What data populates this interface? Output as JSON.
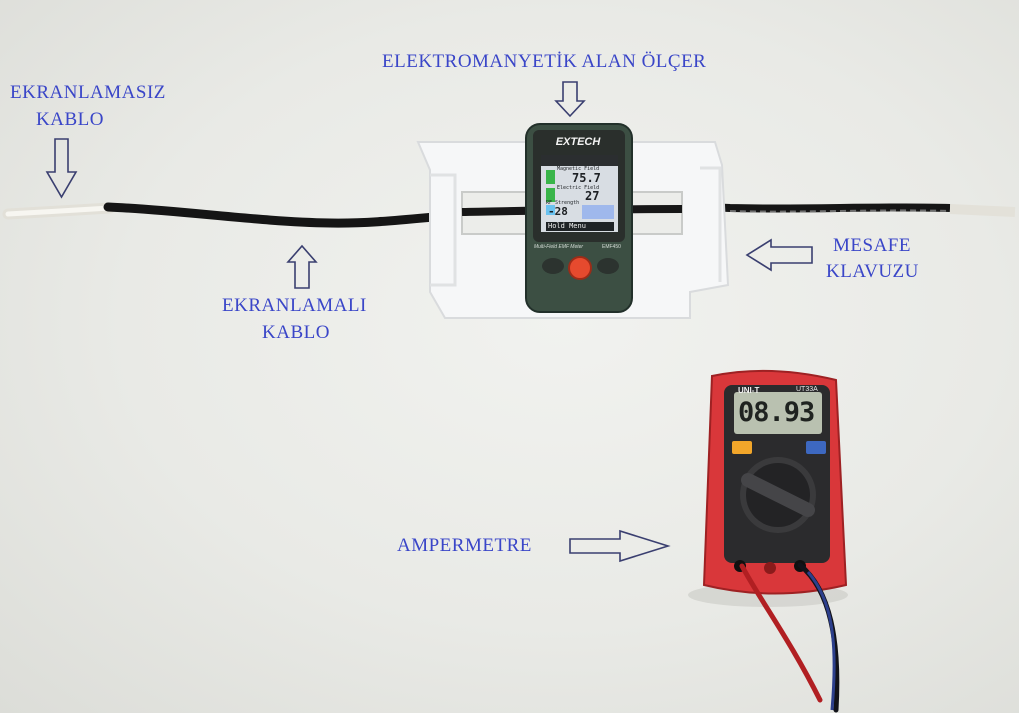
{
  "labels": {
    "emf_meter": "ELEKTROMANYETİK ALAN ÖLÇER",
    "unshielded_cable": [
      "EKRANLAMASIZ",
      "KABLO"
    ],
    "shielded_cable": [
      "EKRANLAMALI",
      "KABLO"
    ],
    "distance_guide": [
      "MESAFE",
      "KLAVUZU"
    ],
    "ammeter": "AMPERMETRE"
  },
  "emf_device": {
    "brand": "EXTECH",
    "field1_label": "Magnetic Field",
    "field1_value": "75.7",
    "field2_label": "Electric Field",
    "field2_value": "27",
    "field3_label": "RF Strength",
    "field3_value": "-28",
    "soft_keys": "Hold Menu",
    "model_line": "Multi-Field EMF Meter",
    "model_no": "EMF450"
  },
  "multimeter": {
    "brand": "UNI-T",
    "model": "UT33A",
    "reading": "08.93"
  },
  "colors": {
    "label_text": "#3a46c8",
    "meter_body": "#3c4f43",
    "multimeter_body": "#d9373a",
    "record_button": "#e64a2e"
  }
}
